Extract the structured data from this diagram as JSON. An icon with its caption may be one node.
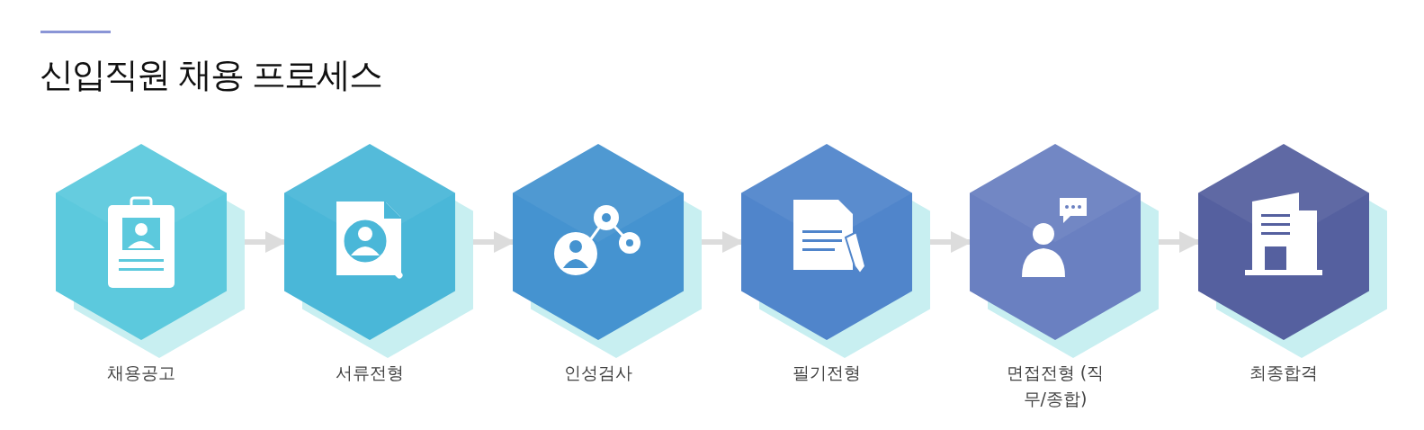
{
  "diagram": {
    "title": "신입직원 채용 프로세스",
    "nodes": [
      {
        "text": [
          "채용공고"
        ]
      },
      {
        "text": [
          "서류전형"
        ]
      },
      {
        "text": [
          "인성검사"
        ]
      },
      {
        "text": [
          "필기전형"
        ]
      },
      {
        "text": [
          "면접전형 (직무/종합)"
        ]
      },
      {
        "text": [
          "최종합격"
        ]
      }
    ],
    "edges": [
      {
        "from": 0,
        "to": 1,
        "arrow": "to"
      },
      {
        "from": 1,
        "to": 2,
        "arrow": "to"
      },
      {
        "from": 2,
        "to": 3,
        "arrow": "to"
      },
      {
        "from": 3,
        "to": 4,
        "arrow": "to"
      },
      {
        "from": 4,
        "to": 5,
        "arrow": "to"
      }
    ]
  }
}
